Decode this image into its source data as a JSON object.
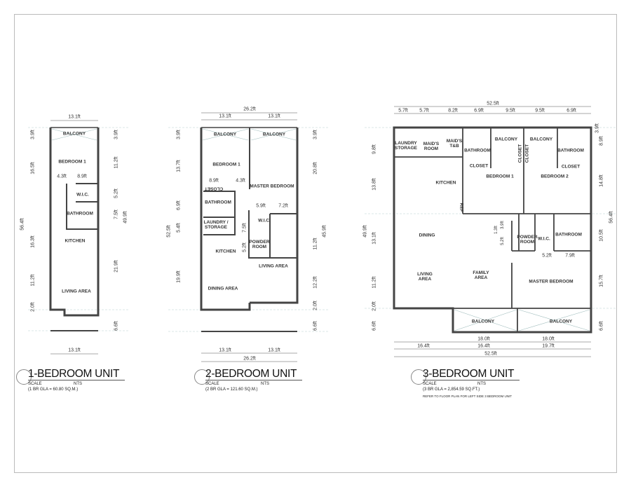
{
  "plans": [
    {
      "title": "1-BEDROOM UNIT",
      "scale_label": "SCALE",
      "scale_value": "NTS",
      "gla": "(1 BR GLA = 60.80 SQ.M.)",
      "rooms": [
        "BALCONY",
        "BEDROOM 1",
        "W.I.C.",
        "BATHROOM",
        "KITCHEN",
        "LIVING AREA"
      ],
      "dims": [
        "13.1ft",
        "3.9ft",
        "16.5ft",
        "56.4ft",
        "16.3ft",
        "11.2ft",
        "2.0ft",
        "3.9ft",
        "11.2ft",
        "5.2ft",
        "7.5ft",
        "49.9ft",
        "21.9ft",
        "6.6ft",
        "4.3ft",
        "8.9ft",
        "13.1ft"
      ]
    },
    {
      "title": "2-BEDROOM UNIT",
      "scale_label": "SCALE",
      "scale_value": "NTS",
      "gla": "(2 BR GLA = 121.60 SQ.M.)",
      "rooms": [
        "BALCONY",
        "BALCONY",
        "BEDROOM 1",
        "CLOSET",
        "MASTER BEDROOM",
        "BATHROOM",
        "W.I.C.",
        "LAUNDRY / STORAGE",
        "POWDER ROOM",
        "KITCHEN",
        "LIVING AREA",
        "DINING AREA"
      ],
      "dims": [
        "26.2ft",
        "13.1ft",
        "13.1ft",
        "8.9ft",
        "4.3ft",
        "5.9ft",
        "7.2ft",
        "3.9ft",
        "13.7ft",
        "6.9ft",
        "5.4ft",
        "52.5ft",
        "19.9ft",
        "7.5ft",
        "5.2ft",
        "3.9ft",
        "20.8ft",
        "45.9ft",
        "11.2ft",
        "12.2ft",
        "2.0ft",
        "6.6ft",
        "13.1ft",
        "13.1ft",
        "26.2ft"
      ]
    },
    {
      "title": "3-BEDROOM UNIT",
      "scale_label": "SCALE",
      "scale_value": "NTS",
      "gla": "(3 BR GLA = 2,854.59 SQ.FT.)",
      "note": "REFER TO FLOOR PLAN FOR LEFT SIDE 3 BEDROOM UNIT",
      "rooms": [
        "LAUNDRY STORAGE",
        "MAID'S ROOM",
        "MAID'S T&B",
        "BATHROOM",
        "BALCONY",
        "BALCONY",
        "CLOSET",
        "CLOSET",
        "BATHROOM",
        "CLOSET",
        "CLOSET",
        "BEDROOM 1",
        "BEDROOM 2",
        "KITCHEN",
        "REF",
        "DINING",
        "POWDER ROOM",
        "W.I.C.",
        "BATHROOM",
        "LIVING AREA",
        "FAMILY AREA",
        "MASTER BEDROOM",
        "BALCONY",
        "BALCONY"
      ],
      "dims": [
        "52.5ft",
        "5.7ft",
        "5.7ft",
        "8.2ft",
        "6.9ft",
        "9.5ft",
        "9.5ft",
        "6.9ft",
        "9.8ft",
        "13.8ft",
        "49.9ft",
        "13.1ft",
        "11.2ft",
        "2.0ft",
        "6.6ft",
        "3.9ft",
        "8.9ft",
        "14.8ft",
        "56.4ft",
        "10.5ft",
        "15.7ft",
        "6.6ft",
        "1.3ft",
        "3.9ft",
        "5.2ft",
        "5.2ft",
        "7.9ft",
        "18.0ft",
        "18.0ft",
        "16.4ft",
        "16.4ft",
        "19.7ft",
        "52.5ft"
      ]
    }
  ]
}
